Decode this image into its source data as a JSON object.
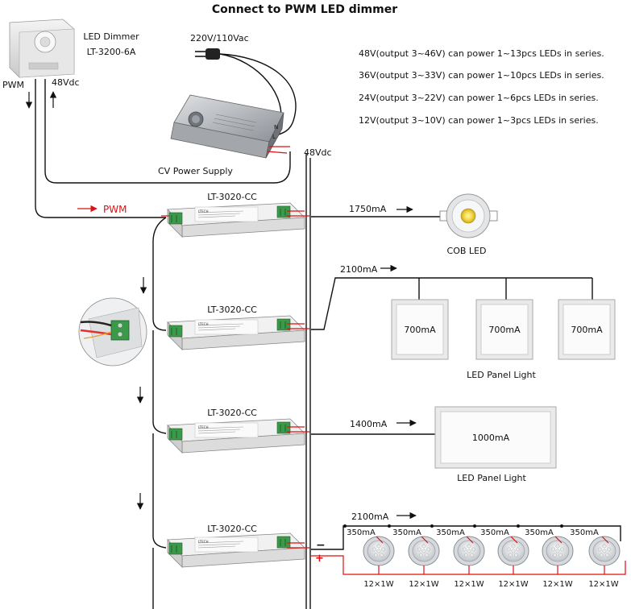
{
  "title": "Connect to PWM LED dimmer",
  "dimmer": {
    "name": "LED Dimmer",
    "model": "LT-3200-6A",
    "pwm_label": "PWM",
    "vdc_label": "48Vdc"
  },
  "mains_label": "220V/110Vac",
  "psu": {
    "label": "CV Power Supply",
    "out_label": "48Vdc",
    "terminals": [
      "N",
      "L"
    ]
  },
  "notes": [
    "48V(output 3~46V) can power 1~13pcs LEDs in series.",
    "36V(output 3~33V) can power 1~10pcs LEDs in series.",
    "24V(output 3~22V) can power 1~6pcs LEDs in series.",
    "12V(output 3~10V) can power 1~3pcs LEDs in series."
  ],
  "pwm_signal_label": "PWM",
  "driver": {
    "model": "LT-3020-CC",
    "brand": "LTECH",
    "sub": "LED CONTROL LED",
    "cert": "CE FC RoHS"
  },
  "branches": [
    {
      "current": "1750mA",
      "load": "COB LED"
    },
    {
      "current": "2100mA",
      "panels": [
        "700mA",
        "700mA",
        "700mA"
      ],
      "load": "LED Panel Light"
    },
    {
      "current": "1400mA",
      "panel": "1000mA",
      "load": "LED Panel Light"
    },
    {
      "current": "2100mA",
      "segment": "350mA",
      "lamp": "12×1W",
      "count": 6,
      "minus": "−",
      "plus": "+"
    }
  ],
  "colors": {
    "wire": "#111111",
    "signal": "#dd1111",
    "terminal": "#3b9a4a"
  }
}
